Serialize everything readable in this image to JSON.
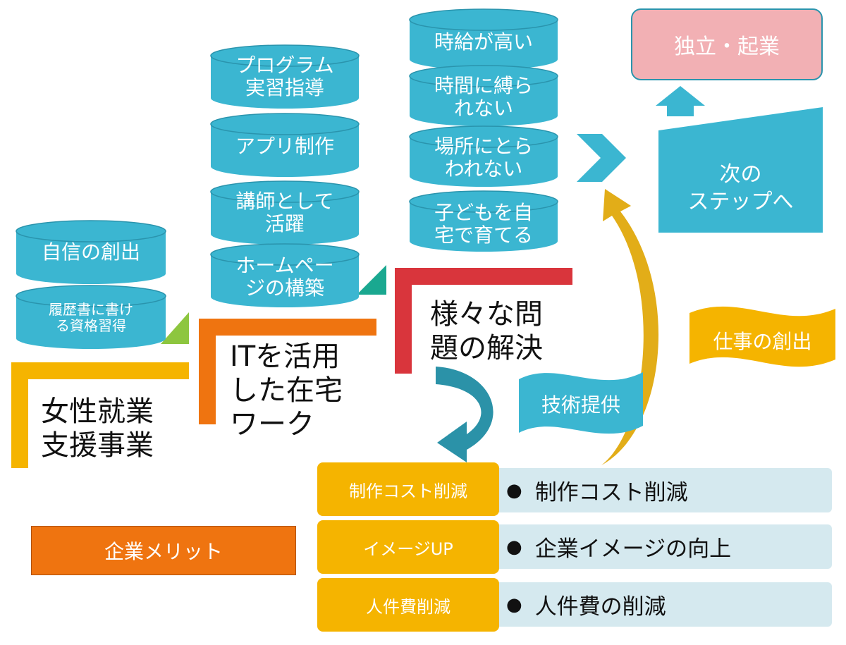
{
  "colors": {
    "cyan": "#3bb6d1",
    "cyan_dark": "#2a94ad",
    "orange": "#ef7410",
    "yellow": "#f5b400",
    "red": "#d9353c",
    "pink": "#f2b0b4",
    "teal_arrow": "#2b92a8",
    "gold": "#e2ad18",
    "light_blue": "#d5e9ef",
    "green": "#8dc63f",
    "teal_green": "#1aa890"
  },
  "women_support": {
    "title": "女性就業\n支援事業",
    "cylinders": [
      "自信の創出",
      "履歴書に書け\nる資格習得"
    ]
  },
  "it_work": {
    "title": "ITを活用\nした在宅\nワーク",
    "cylinders": [
      "プログラム\n実習指導",
      "アプリ制作",
      "講師として\n活躍",
      "ホームペー\nジの構築"
    ]
  },
  "problem_solving": {
    "title": "様々な問\n題の解決",
    "cylinders": [
      "時給が高い",
      "時間に縛ら\nれない",
      "場所にとら\nわれない",
      "子どもを自\n宅で育てる"
    ]
  },
  "next_step": "次の\nステップへ",
  "independence": "独立・起業",
  "job_creation": "仕事の創出",
  "tech_provision": "技術提供",
  "company_merit": "企業メリット",
  "merits": [
    {
      "label": "制作コスト削減",
      "detail": "制作コスト削減"
    },
    {
      "label": "イメージUP",
      "detail": "企業イメージの向上"
    },
    {
      "label": "人件費削減",
      "detail": "人件費の削減"
    }
  ]
}
